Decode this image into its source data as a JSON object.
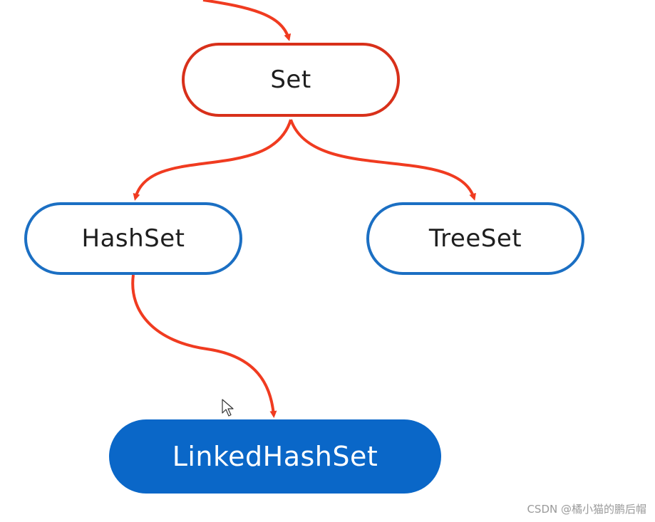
{
  "nodes": {
    "set": {
      "label": "Set"
    },
    "hashset": {
      "label": "HashSet"
    },
    "treeset": {
      "label": "TreeSet"
    },
    "linkedhashset": {
      "label": "LinkedHashSet"
    }
  },
  "edges": [
    {
      "from": "",
      "to": "set"
    },
    {
      "from": "set",
      "to": "hashset"
    },
    {
      "from": "set",
      "to": "treeset"
    },
    {
      "from": "hashset",
      "to": "linkedhashset"
    }
  ],
  "colors": {
    "edge": "#f03b20",
    "set_border": "#d8301a",
    "child_border": "#1b6fc3",
    "leaf_fill": "#0a67c8"
  },
  "watermark": {
    "text": "CSDN @橘小猫的鹏后帽"
  },
  "icons": {
    "cursor": "mouse-pointer-icon"
  }
}
